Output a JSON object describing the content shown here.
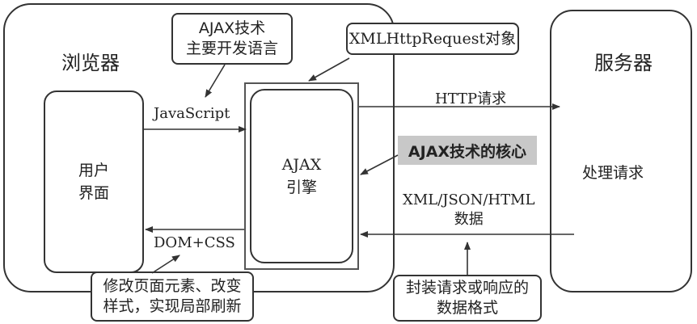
{
  "browser": {
    "title": "浏览器"
  },
  "server": {
    "title": "服务器",
    "process_label": "处理请求"
  },
  "ui_box": {
    "line1": "用户",
    "line2": "界面"
  },
  "ajax_engine": {
    "line1": "AJAX",
    "line2": "引擎"
  },
  "callouts": {
    "language": {
      "line1": "AJAX技术",
      "line2": "主要开发语言"
    },
    "xhr": {
      "text": "XMLHttpRequest对象"
    },
    "core": {
      "text": "AJAX技术的核心"
    },
    "dom": {
      "line1": "修改页面元素、改变",
      "line2": "样式，实现局部刷新"
    },
    "format": {
      "line1": "封装请求或响应的",
      "line2": "数据格式"
    }
  },
  "arrows": {
    "javascript": "JavaScript",
    "dom_css": "DOM+CSS",
    "http_request": "HTTP请求",
    "data_format_line1": "XML/JSON/HTML",
    "data_format_line2": "数据"
  },
  "colors": {
    "core_highlight": "#c8c8c8",
    "line": "#333333"
  }
}
